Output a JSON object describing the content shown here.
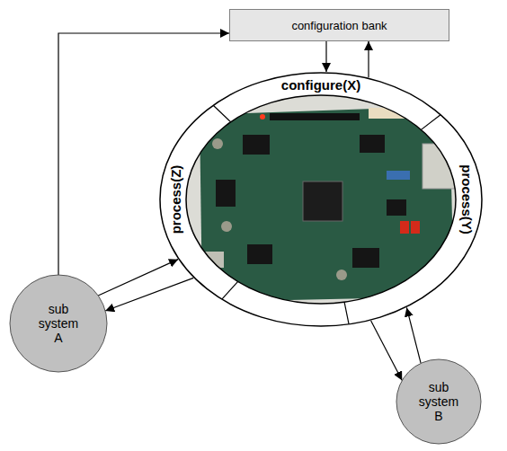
{
  "diagram": {
    "nodes": [
      {
        "text": [
          "configuration bank"
        ]
      },
      {
        "text": [
          "configure(X)",
          "process(Z)",
          "process(Y)"
        ]
      },
      {
        "text": [
          "sub system A"
        ]
      },
      {
        "text": [
          "sub system B"
        ]
      }
    ],
    "edges": [
      {
        "from": 0,
        "to": 1,
        "arrow": "to"
      },
      {
        "from": 1,
        "to": 0,
        "arrow": "to"
      },
      {
        "from": 2,
        "to": 0,
        "arrow": "to"
      },
      {
        "from": 2,
        "to": 1,
        "arrow": "to"
      },
      {
        "from": 1,
        "to": 2,
        "arrow": "to"
      },
      {
        "from": 1,
        "to": 3,
        "arrow": "to"
      },
      {
        "from": 3,
        "to": 1,
        "arrow": "to"
      }
    ]
  }
}
